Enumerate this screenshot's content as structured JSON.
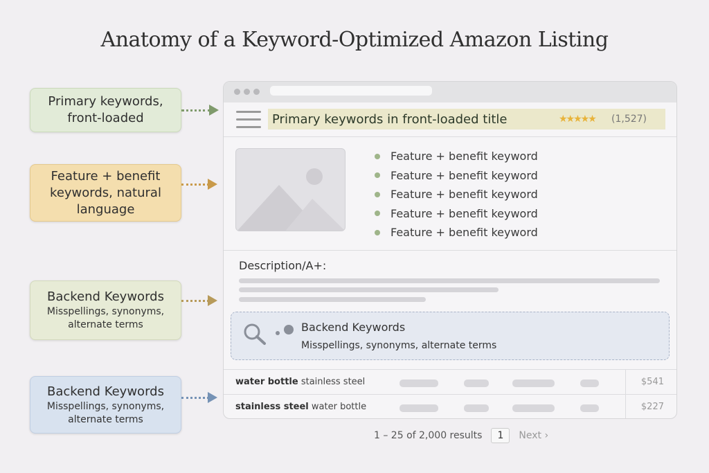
{
  "title": "Anatomy of a Keyword-Optimized Amazon Listing",
  "callouts": [
    {
      "heading": "Primary keywords, front-loaded",
      "sub": "",
      "color": "#e2ebd8"
    },
    {
      "heading": "Feature + benefit keywords, natural language",
      "sub": "",
      "color": "#f4deae"
    },
    {
      "heading": "Backend Keywords",
      "sub": "Misspellings, synonyms, alternate terms",
      "color": "#e7ebd6"
    },
    {
      "heading": "Backend Keywords",
      "sub": "Misspellings, synonyms, alternate terms",
      "color": "#d8e2ef"
    }
  ],
  "listing": {
    "title": "Primary keywords in front-loaded title",
    "stars": "★★★★★",
    "review_count": "(1,527)",
    "bullets": [
      "Feature + benefit keyword",
      "Feature + benefit keyword",
      "Feature + benefit keyword",
      "Feature + benefit keyword",
      "Feature + benefit keyword"
    ],
    "description_label": "Description/A+:",
    "backend": {
      "heading": "Backend Keywords",
      "sub": "Misspellings, synonyms, alternate terms"
    },
    "rows": [
      {
        "bold": "water bottle",
        "rest": " stainless steel",
        "price": "$541"
      },
      {
        "bold": "stainless steel",
        "rest": " water bottle",
        "price": "$227"
      }
    ]
  },
  "pagination": {
    "summary": "1 – 25 of 2,000 results",
    "page": "1",
    "next": "Next ›"
  }
}
